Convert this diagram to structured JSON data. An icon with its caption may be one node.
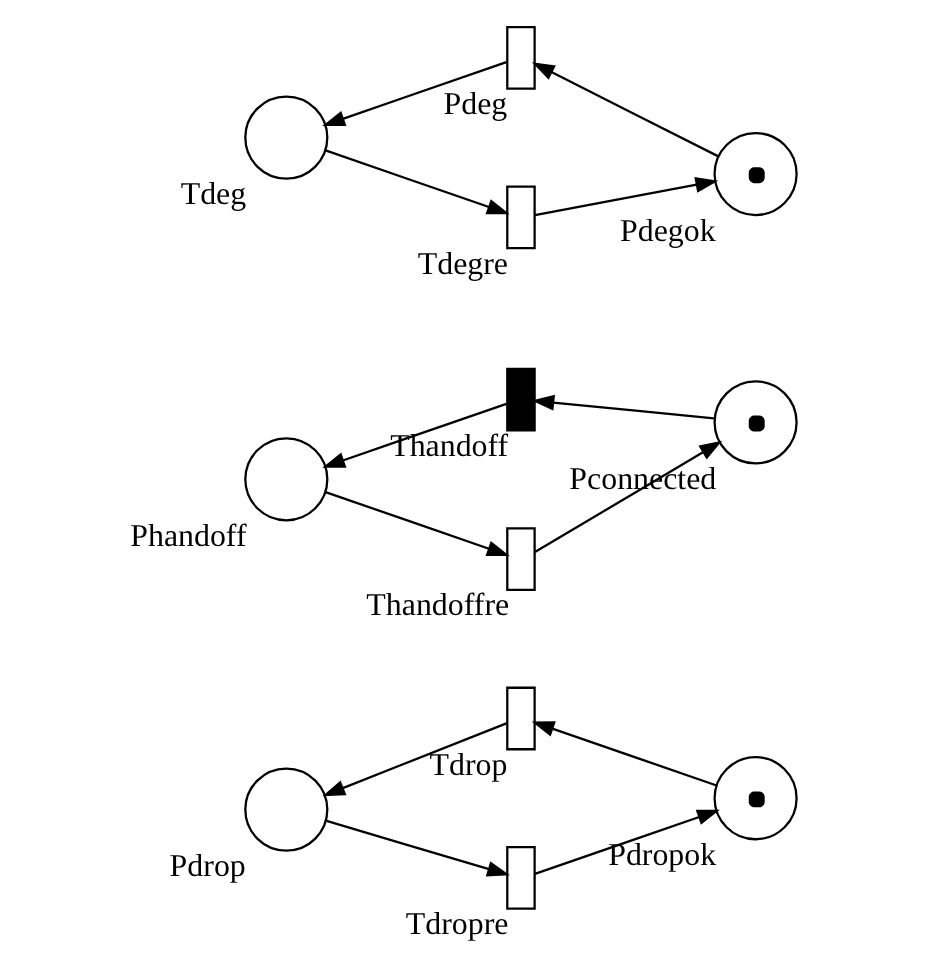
{
  "diagram": {
    "nodes": [
      {
        "text": [],
        "shape": "bar",
        "beside": [
          "Pdeg"
        ]
      },
      {
        "text": [],
        "shape": "circle",
        "beside": [
          "Tdeg"
        ]
      },
      {
        "text": [],
        "shape": "circle",
        "beside": [
          "Pdegok"
        ]
      },
      {
        "text": [],
        "shape": "bar",
        "beside": [
          "Tdegre"
        ]
      },
      {
        "text": [],
        "shape": "bar",
        "beside": [
          "Thandoff"
        ]
      },
      {
        "text": [],
        "shape": "circle",
        "beside": [
          "Phandoff"
        ]
      },
      {
        "text": [],
        "shape": "circle",
        "beside": [
          "Pconnected"
        ]
      },
      {
        "text": [],
        "shape": "bar",
        "beside": [
          "Thandoffre"
        ]
      },
      {
        "text": [],
        "shape": "bar",
        "beside": [
          "Tdrop"
        ]
      },
      {
        "text": [],
        "shape": "circle",
        "beside": [
          "Pdrop"
        ]
      },
      {
        "text": [],
        "shape": "circle",
        "beside": [
          "Pdropok"
        ]
      },
      {
        "text": [],
        "shape": "bar",
        "beside": [
          "Tdropre"
        ]
      }
    ],
    "edges": [
      {
        "from": 0,
        "to": 1,
        "arrow": "to"
      },
      {
        "from": 2,
        "to": 0,
        "arrow": "to"
      },
      {
        "from": 1,
        "to": 3,
        "arrow": "to"
      },
      {
        "from": 3,
        "to": 2,
        "arrow": "to"
      },
      {
        "from": 4,
        "to": 5,
        "arrow": "to"
      },
      {
        "from": 6,
        "to": 4,
        "arrow": "to"
      },
      {
        "from": 5,
        "to": 7,
        "arrow": "to"
      },
      {
        "from": 7,
        "to": 6,
        "arrow": "to"
      },
      {
        "from": 8,
        "to": 9,
        "arrow": "to"
      },
      {
        "from": 10,
        "to": 8,
        "arrow": "to"
      },
      {
        "from": 9,
        "to": 11,
        "arrow": "to"
      },
      {
        "from": 11,
        "to": 10,
        "arrow": "to"
      }
    ]
  }
}
